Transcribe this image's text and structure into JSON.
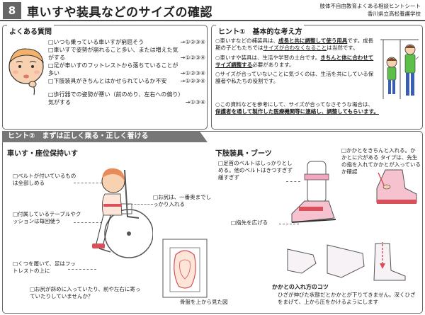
{
  "header": {
    "number": "8",
    "title": "車いすや装具などのサイズの確認",
    "sub_line1": "肢体不自由教育よくある相談ヒントシート",
    "sub_line2": "香川県立高松養護学校"
  },
  "faq": {
    "title": "よくある質問",
    "items": [
      {
        "q": "□いつも乗っている車いすが窮屈そう",
        "nums": "→①②③④"
      },
      {
        "q": "□車いすで姿勢が崩れること多い、または増えた気がする",
        "nums": "→①②③④"
      },
      {
        "q": "□足が車いすのフットレストから落ちていることが多い",
        "nums": "→①②③④"
      },
      {
        "q": "□下肢装具がきちんとはかせられているか不安",
        "nums": "→①②③④"
      },
      {
        "q": "□歩行器での姿勢が悪い（前のめり、左右への偏り）気がする",
        "nums": "→①③④"
      }
    ]
  },
  "hint1": {
    "title": "ヒント①　基本的な考え方",
    "p1_a": "○車いすなどの補装具は、",
    "p1_b": "成長と共に調整して使う用具",
    "p1_c": "です。成長期の子どもたちでは",
    "p1_d": "サイズが合わなくなること",
    "p1_e": "は当然です。",
    "p2_a": "○車いすや装具は、生活や学習の土台です。",
    "p2_b": "きちんと体に合わせてサイズ調整する",
    "p2_c": "必要があります。",
    "p3": "○サイズが合っていないことに気づくのは、生活を共にしている保護者や私たちの役割です。",
    "p4_a": "○この資料などを参考にして、サイズが合ってなさそうな場合は、",
    "p4_b": "保護者を通して製作した医療機関等に連絡し、調整してもらいます。"
  },
  "hint2": {
    "title": "ヒント②　まずは正しく乗る・正しく着ける",
    "wheelchair_heading": "車いす・座位保持いす",
    "wc_note1": "□ベルトが付いているものは全部しめる",
    "wc_note2": "□付属しているテーブルやクッションは毎回使う",
    "wc_note3": "□くつを履いて、足はフットレストの上に",
    "wc_note4": "□お尻は、一番奥までしっかり入れる",
    "wc_note5": "□お尻が斜めに入っていたり、前や左右に寄っていたりしていませんか？",
    "pelvis_caption": "骨盤を上から見た図",
    "brace_heading": "下肢装具・ブーツ",
    "br_note1": "□足首のベルトはしっかりとしめる。他のベルトはきつすぎず緩すぎず",
    "br_note2": "□指先を広げる",
    "br_note3": "□かかとをきちんと入れる。かかとに穴がある タイプは、先生の指を入れてかかとが入っているか確認",
    "tip_title": "かかとの入れ方のコツ",
    "tip_text": "ひざが伸びた状態だとかかとが下りてきません。深くひざをまげて、上から圧をかけるようにします"
  }
}
